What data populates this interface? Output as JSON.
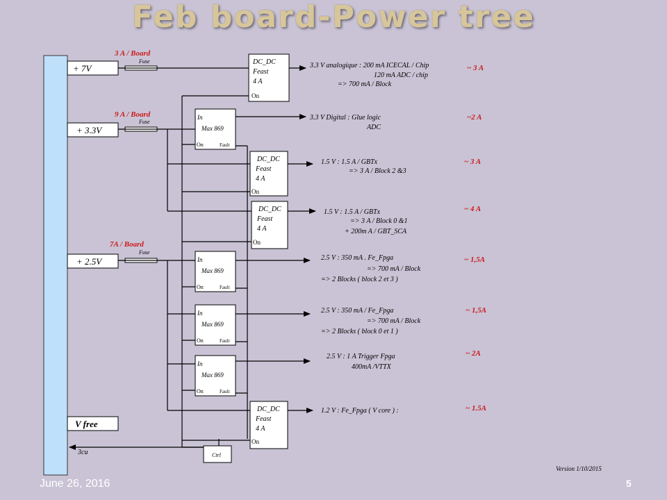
{
  "slide": {
    "title": "Feb board-Power  tree",
    "date": "June 26, 2016",
    "page_number": "5",
    "version": "Version 1/10/2015"
  },
  "inputs": {
    "v7": "+ 7V",
    "v33": "+ 3.3V",
    "v25": "+ 2.5V",
    "vfree": "V free"
  },
  "currents": {
    "i3": "3 A / Board",
    "i9": "9 A / Board",
    "i7": "7A / Board"
  },
  "fuse_label": "Fuse",
  "dcdc": {
    "title": "DC_DC",
    "line2": "Feast",
    "line3": "4 A",
    "on": "On"
  },
  "max": {
    "in": "In",
    "name": "Max 869",
    "on": "On",
    "fault": "Fault"
  },
  "ctrl_label": "Ctrl",
  "bus_label": "3cu",
  "outputs": {
    "o1": {
      "l1": "3.3 V analogique  : 200 mA ICECAL / Chip",
      "l2": "120 mA ADC / chip",
      "l3": "=> 700 mA / Block"
    },
    "o2": {
      "l1": "3.3 V  Digital :  Glue logic",
      "l2": "ADC"
    },
    "o3": {
      "l1": "1.5 V :  1.5 A / GBTx",
      "l2": "=> 3 A / Block 2 &3"
    },
    "o4": {
      "l1": "1.5 V :  1.5 A / GBTx",
      "l2": "=> 3 A / Block 0 &1",
      "l3": "+   200m A / GBT_SCA"
    },
    "o5": {
      "l1": "2.5 V : 350 mA . Fe_Fpga",
      "l2": "=> 700 mA / Block",
      "l3": "=> 2 Blocks ( block 2 et 3 )"
    },
    "o6": {
      "l1": "2.5 V : 350 mA /  Fe_Fpga",
      "l2": "=> 700 mA / Block",
      "l3": "=> 2 Blocks ( block 0 et 1 )"
    },
    "o7": {
      "l1": "2.5 V : 1 A  Trigger Fpga",
      "l2": "400mA /VTTX"
    },
    "o8": {
      "l1": "1.2 V   : Fe_Fpga ( V core )  :"
    }
  },
  "totals": {
    "t1": "~ 3 A",
    "t2": "~2 A",
    "t3": "~ 3 A",
    "t4": "~ 4 A",
    "t5": "~ 1,5A",
    "t6": "~ 1,5A",
    "t7": "~ 2A",
    "t8": "~  1.5A"
  }
}
